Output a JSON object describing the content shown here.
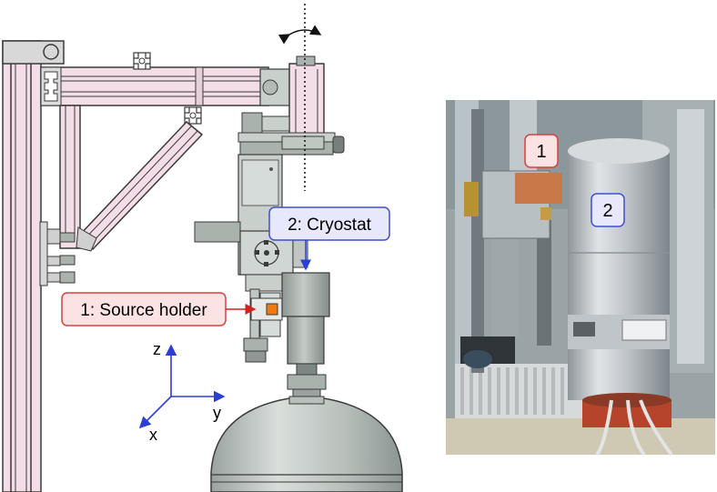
{
  "cad_view": {
    "callouts": {
      "source_holder": "1: Source holder",
      "cryostat": "2: Cryostat"
    },
    "axes": {
      "z": "z",
      "y": "y",
      "x": "x"
    },
    "colors": {
      "frame_fill": "#f3dde6",
      "frame_stroke": "#3a3a3a",
      "metal": "#a9b2ad",
      "metal_light": "#c9d0cc",
      "source_orange": "#f07a10",
      "callout1_fill": "#fbe3e3",
      "callout1_stroke": "#d94040",
      "callout2_fill": "#e7e8fb",
      "callout2_stroke": "#3f4fd0"
    }
  },
  "photo": {
    "badges": {
      "one": "1",
      "two": "2"
    },
    "colors": {
      "cryostat_metal": "#c7cbcf",
      "copper_block": "#c9784a",
      "base_red": "#b5442a",
      "badge1_fill": "#fbe3e3",
      "badge1_stroke": "#d94040",
      "badge2_fill": "#e7e8fb",
      "badge2_stroke": "#3f4fd0"
    }
  }
}
